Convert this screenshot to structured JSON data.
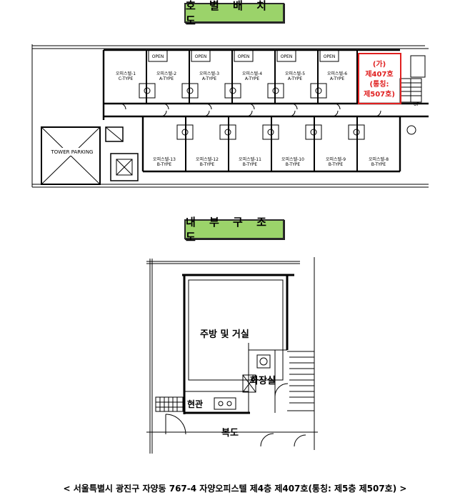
{
  "titles": {
    "floor_layout": "호 별 배 치 도",
    "interior": "내 부 구 조 도"
  },
  "floor_plan": {
    "open_labels": [
      "OPEN",
      "OPEN",
      "OPEN",
      "OPEN",
      "OPEN"
    ],
    "upper_units": [
      {
        "name": "오피스텔-1",
        "type": "C-TYPE"
      },
      {
        "name": "오피스텔-2",
        "type": "A-TYPE"
      },
      {
        "name": "오피스텔-3",
        "type": "A-TYPE"
      },
      {
        "name": "오피스텔-4",
        "type": "A-TYPE"
      },
      {
        "name": "오피스텔-5",
        "type": "A-TYPE"
      },
      {
        "name": "오피스텔-6",
        "type": "A-TYPE"
      }
    ],
    "lower_units": [
      {
        "name": "오피스텔-13",
        "type": "B-TYPE"
      },
      {
        "name": "오피스텔-12",
        "type": "B-TYPE"
      },
      {
        "name": "오피스텔-11",
        "type": "B-TYPE"
      },
      {
        "name": "오피스텔-10",
        "type": "B-TYPE"
      },
      {
        "name": "오피스텔-9",
        "type": "B-TYPE"
      },
      {
        "name": "오피스텔-8",
        "type": "B-TYPE"
      }
    ],
    "tower_parking": "TOWER PARKING",
    "up_label": "UP",
    "highlight": {
      "line1": "(가)",
      "line2": "제407호",
      "line3": "(통칭:",
      "line4": "제507호)",
      "color": "#e02020"
    }
  },
  "interior_plan": {
    "living_kitchen": "주방 및 거실",
    "bathroom": "화장실",
    "entrance": "현관",
    "corridor": "복도"
  },
  "caption": "< 서울특별시 광진구 자양동 767-4 자양오피스텔 제4층 제407호(통칭: 제5층 제507호) >"
}
